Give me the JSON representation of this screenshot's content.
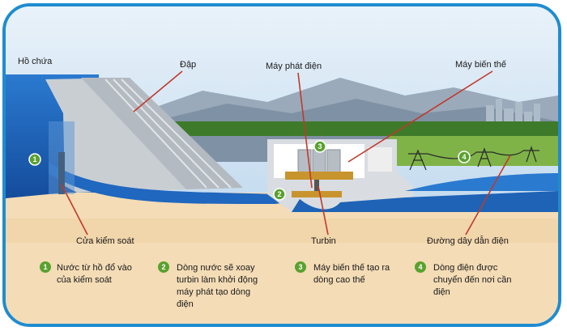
{
  "labels": {
    "reservoir": "Hồ chứa",
    "dam": "Đập",
    "generator": "Máy phát điện",
    "transformer": "Máy biến thế",
    "gate": "Cửa kiểm soát",
    "turbine": "Turbin",
    "power_line": "Đường dây dẫn điện"
  },
  "markers": [
    "1",
    "2",
    "3",
    "4"
  ],
  "steps": [
    {
      "num": "1",
      "lines": [
        "Nước từ hồ đổ vào",
        "của kiểm soát"
      ]
    },
    {
      "num": "2",
      "lines": [
        "Dòng nước sẽ xoay",
        "turbin làm khởi động",
        "máy phát tạo dòng",
        "điện"
      ]
    },
    {
      "num": "3",
      "lines": [
        "Máy biến thế tạo ra",
        "dòng cao thế"
      ]
    },
    {
      "num": "4",
      "lines": [
        "Dòng điện được",
        "chuyển đến nơi cần",
        "điện"
      ]
    }
  ],
  "colors": {
    "border": "#1f8ccf",
    "water": "#1e63b6",
    "sky": "#cfe3f3",
    "dam": "#c8ccd0",
    "ground": "#f4dcb6",
    "marker_green": "#5aa12f",
    "label_line": "#c0392b"
  }
}
